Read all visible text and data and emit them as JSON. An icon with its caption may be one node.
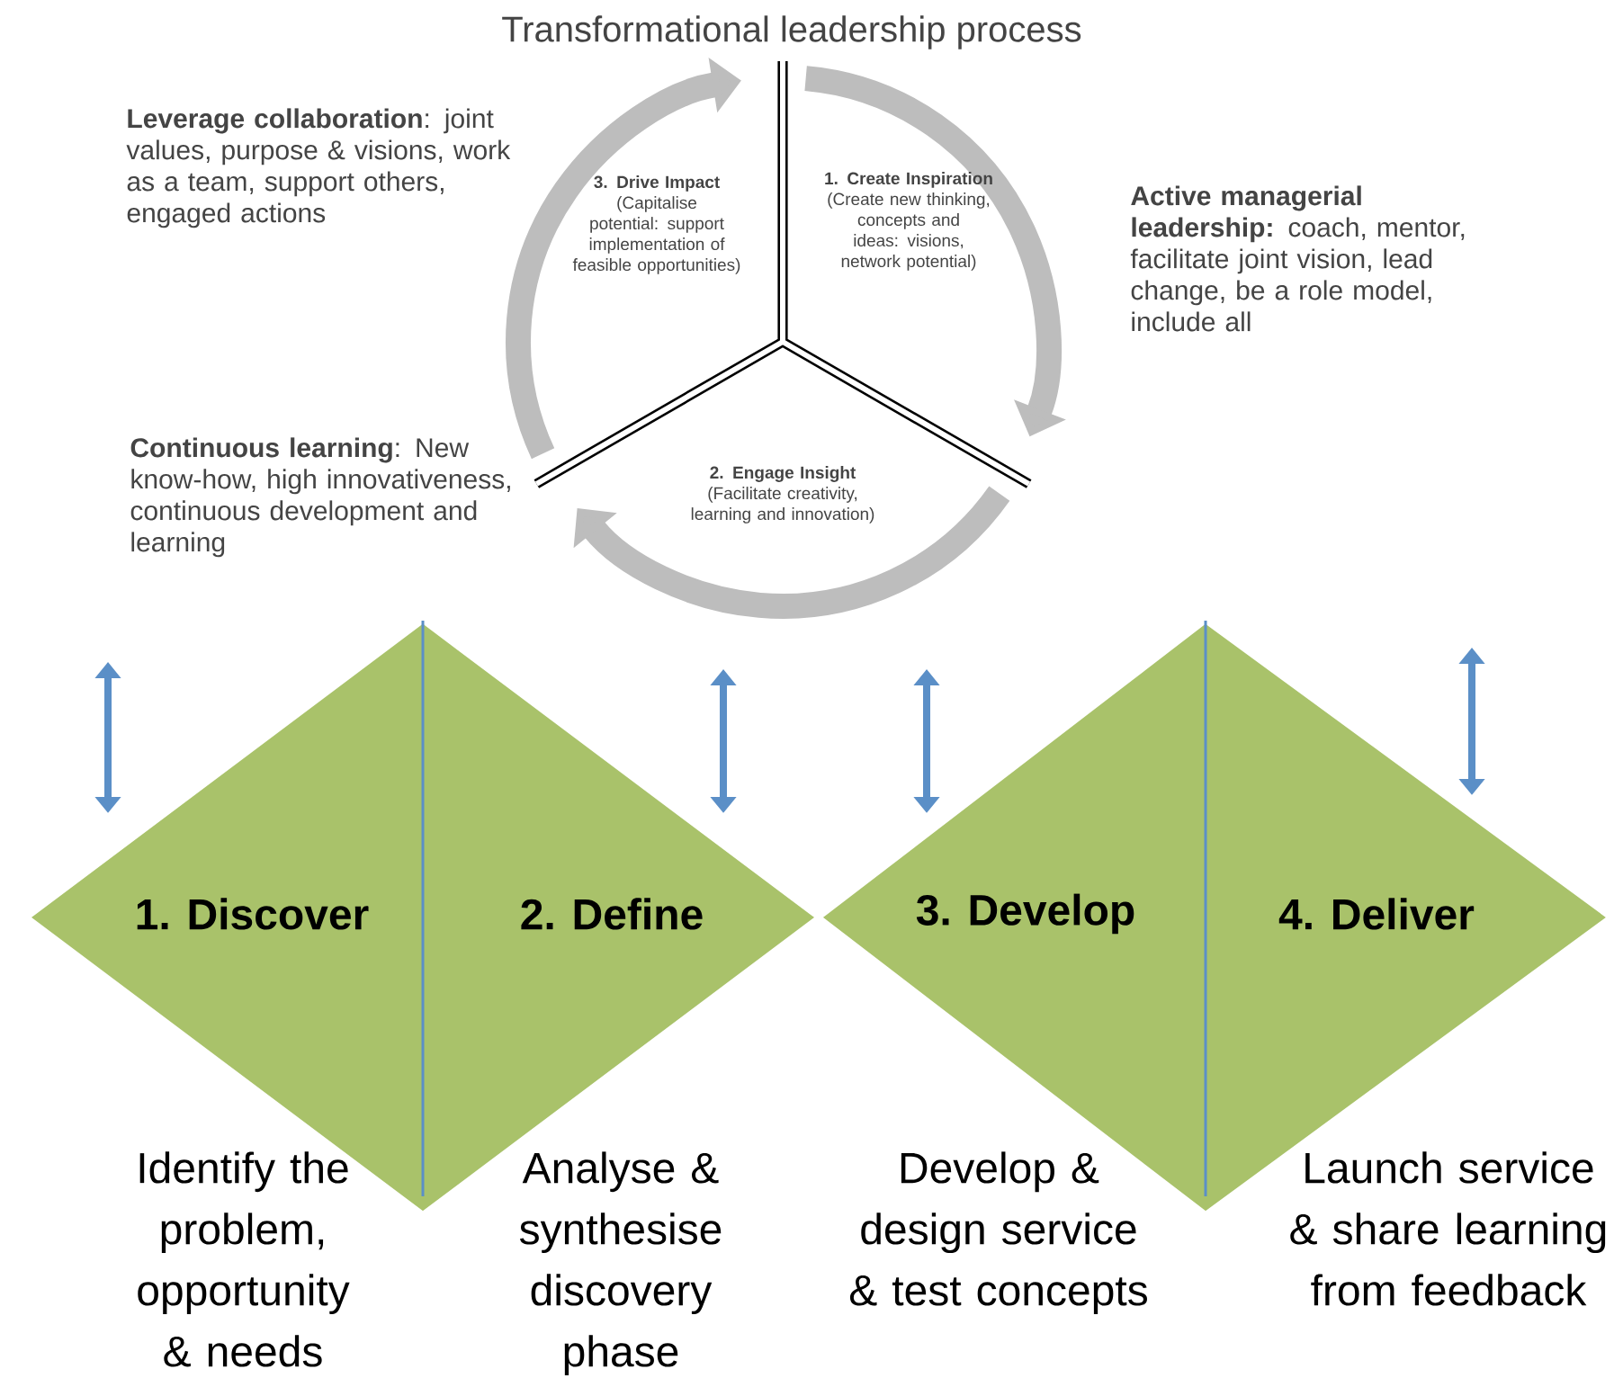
{
  "diagram": {
    "title": "Transformational leadership process",
    "nodes": [
      {
        "text": [
          "3. Drive Impact",
          "(Capitalise potential: support implementation of feasible opportunities)"
        ]
      },
      {
        "text": [
          "1. Create Inspiration",
          "(Create new thinking, concepts and ideas: visions, network potential)"
        ]
      },
      {
        "text": [
          "2. Engage Insight",
          "(Facilitate creativity, learning and innovation)"
        ]
      },
      {
        "text": [
          "1. Discover"
        ],
        "beside": [
          "Identify the problem, opportunity & needs"
        ]
      },
      {
        "text": [
          "2. Define"
        ],
        "beside": [
          "Analyse & synthesise discovery phase"
        ]
      },
      {
        "text": [
          "3. Develop"
        ],
        "beside": [
          "Develop & design service & test concepts"
        ]
      },
      {
        "text": [
          "4. Deliver"
        ],
        "beside": [
          "Launch service & share learning from feedback"
        ]
      }
    ],
    "labels": [
      "**Leverage collaboration**: joint values, purpose & visions, work as a team, support others, engaged actions",
      "**Active managerial leadership:** coach, mentor, facilitate joint vision, lead change, be a role model, include all",
      "**Continuous learning**: New know-how, high innovativeness, continuous development and learning"
    ]
  }
}
